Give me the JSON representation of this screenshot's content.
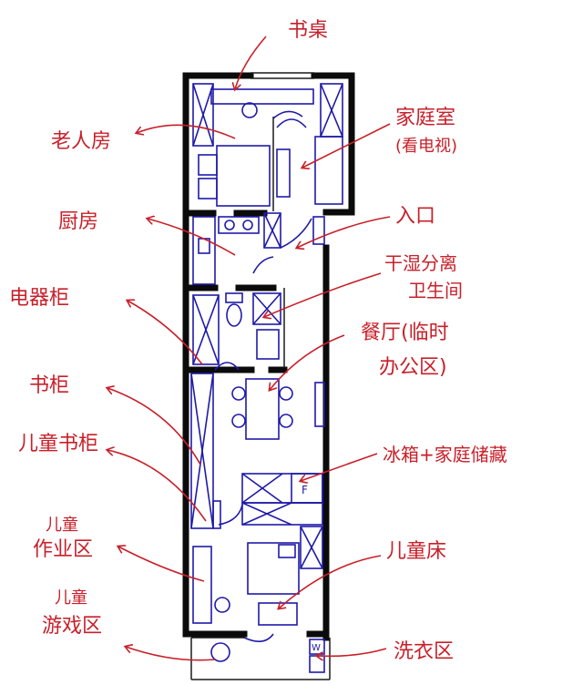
{
  "colors": {
    "annotation": "#c8202a",
    "ink": "#1f1aa8",
    "wall": "#0b0b0b"
  },
  "labels": {
    "study_desk": "书桌",
    "master_bedroom": "老人房",
    "family_room": "家庭室",
    "family_room_note": "(看电视)",
    "kitchen": "厨房",
    "entrance": "入口",
    "bathroom": "干湿分离",
    "bathroom_note": "卫生间",
    "appliance_cabinet": "电器柜",
    "dining": "餐厅(临时",
    "dining_note": "办公区)",
    "bookcase": "书柜",
    "kids_bookcase": "儿童书柜",
    "fridge_storage": "冰箱+家庭储藏",
    "kids_study": "儿童",
    "kids_study_note": "作业区",
    "kids_bed": "儿童床",
    "kids_play": "儿童",
    "kids_play_note": "游戏区",
    "laundry": "洗衣区",
    "fridge_mark": "F",
    "washer_mark": "W"
  }
}
